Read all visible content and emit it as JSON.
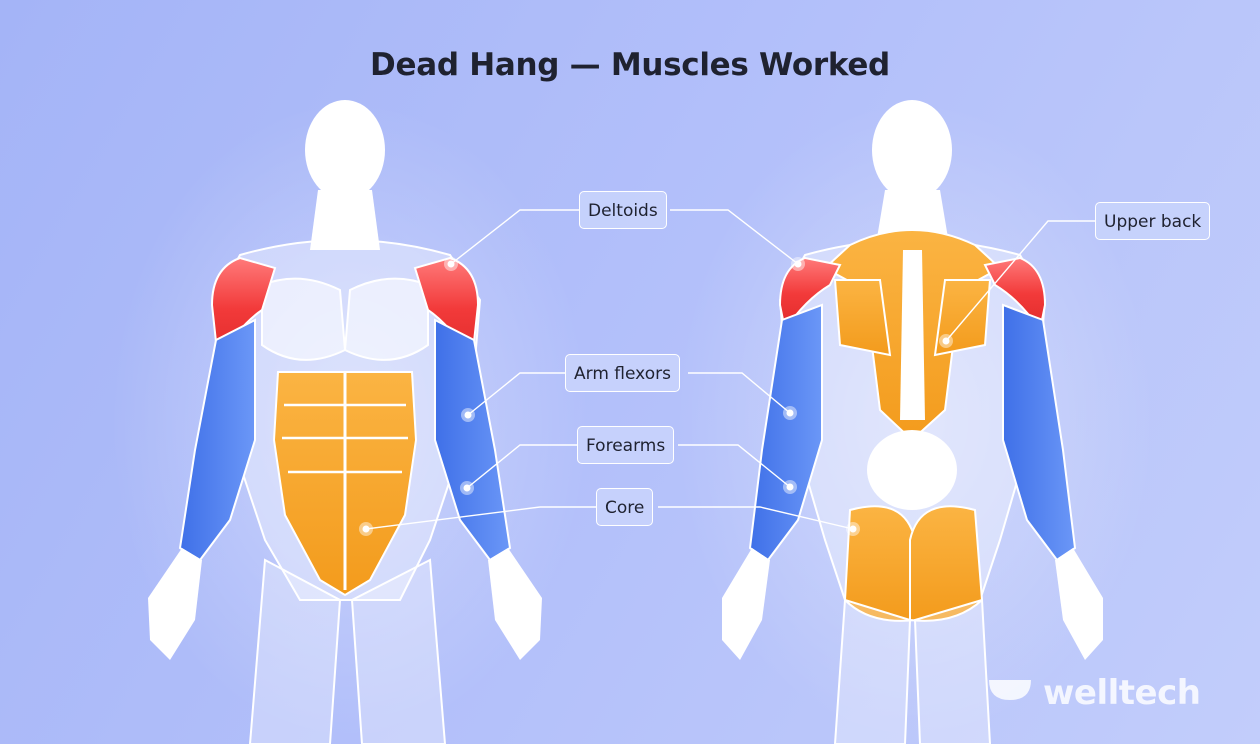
{
  "title": "Dead Hang — Muscles Worked",
  "labels": {
    "deltoids": "Deltoids",
    "upper_back": "Upper back",
    "arm_flexors": "Arm flexors",
    "forearms": "Forearms",
    "core": "Core"
  },
  "brand": "welltech",
  "colors": {
    "background": "#b0bdf9",
    "deltoids": "#f23a3a",
    "arm_flexors_forearms": "#4c7ff0",
    "core_back": "#f6a628",
    "body": "#ffffff"
  },
  "icons": [
    "welltech-logo-icon"
  ]
}
